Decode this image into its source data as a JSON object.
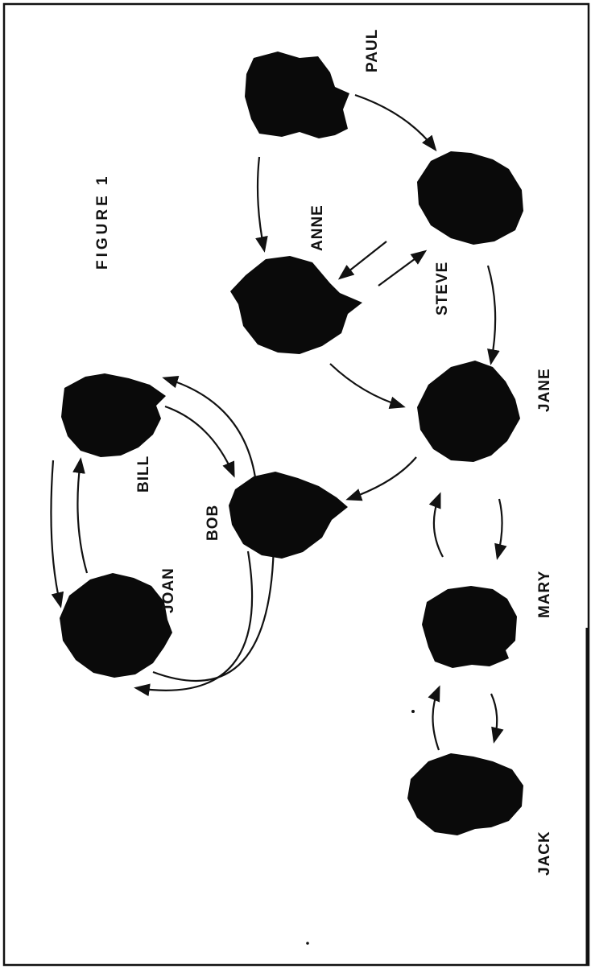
{
  "title": "FIGURE 1",
  "nodes": [
    {
      "id": "paul",
      "label": "PAUL"
    },
    {
      "id": "anne",
      "label": "ANNE"
    },
    {
      "id": "steve",
      "label": "STEVE"
    },
    {
      "id": "jane",
      "label": "JANE"
    },
    {
      "id": "bill",
      "label": "BILL"
    },
    {
      "id": "bob",
      "label": "BOB"
    },
    {
      "id": "joan",
      "label": "JOAN"
    },
    {
      "id": "mary",
      "label": "MARY"
    },
    {
      "id": "jack",
      "label": "JACK"
    }
  ],
  "edges": [
    {
      "from": "paul",
      "to": "steve"
    },
    {
      "from": "paul",
      "to": "anne"
    },
    {
      "from": "anne",
      "to": "steve"
    },
    {
      "from": "steve",
      "to": "anne"
    },
    {
      "from": "steve",
      "to": "jane"
    },
    {
      "from": "anne",
      "to": "jane"
    },
    {
      "from": "jane",
      "to": "bob"
    },
    {
      "from": "jane",
      "to": "mary"
    },
    {
      "from": "mary",
      "to": "jane"
    },
    {
      "from": "mary",
      "to": "jack"
    },
    {
      "from": "jack",
      "to": "mary"
    },
    {
      "from": "bill",
      "to": "bob"
    },
    {
      "from": "bob",
      "to": "bill"
    },
    {
      "from": "bill",
      "to": "joan"
    },
    {
      "from": "joan",
      "to": "bill"
    },
    {
      "from": "joan",
      "to": "bob"
    },
    {
      "from": "bob",
      "to": "joan"
    }
  ],
  "colors": {
    "ink": "#0a0a0a",
    "paper": "#ffffff"
  }
}
